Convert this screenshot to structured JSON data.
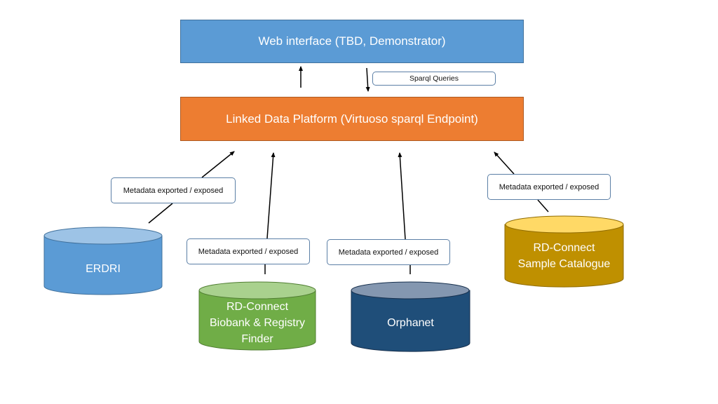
{
  "web_interface": {
    "label": "Web interface (TBD, Demonstrator)"
  },
  "platform": {
    "label": "Linked Data Platform (Virtuoso sparql Endpoint)"
  },
  "sparql_queries": {
    "label": "Sparql Queries"
  },
  "edge_labels": {
    "erdri": "Metadata exported / exposed",
    "biobank": "Metadata exported / exposed",
    "orphanet": "Metadata exported / exposed",
    "sample": "Metadata exported / exposed"
  },
  "databases": {
    "erdri": {
      "name": "ERDRI",
      "color": "#5b9bd5",
      "top_color": "#9dc3e6"
    },
    "biobank": {
      "line1": "RD-Connect",
      "line2": "Biobank & Registry",
      "line3": "Finder",
      "color": "#70ad47",
      "top_color": "#a9d18e"
    },
    "orphanet": {
      "name": "Orphanet",
      "color": "#1f4e79",
      "top_color": "#8497b0"
    },
    "sample": {
      "line1": "RD-Connect",
      "line2": "Sample Catalogue",
      "color": "#bf9000",
      "top_color": "#ffd966"
    }
  }
}
